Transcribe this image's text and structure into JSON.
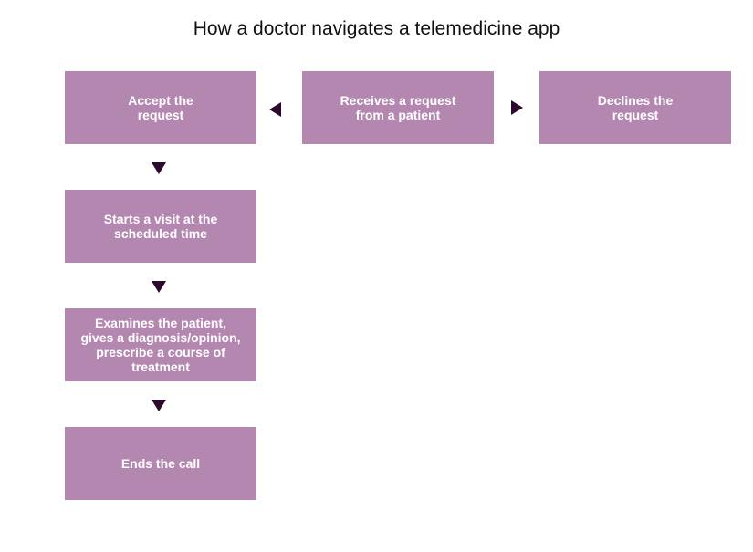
{
  "title": "How a doctor navigates a telemedicine app",
  "colors": {
    "box_fill": "#b487b0",
    "box_text": "#ffffff",
    "arrow": "#2b0a2e"
  },
  "nodes": {
    "receives": "Receives a request from a patient",
    "accept": "Accept the request",
    "declines": "Declines the request",
    "starts": "Starts a visit at the scheduled time",
    "examines": "Examines the patient, gives a diagnosis/opinion, prescribe a course of treatment",
    "ends": "Ends the call"
  },
  "edges": [
    {
      "from": "receives",
      "to": "accept"
    },
    {
      "from": "receives",
      "to": "declines"
    },
    {
      "from": "accept",
      "to": "starts"
    },
    {
      "from": "starts",
      "to": "examines"
    },
    {
      "from": "examines",
      "to": "ends"
    }
  ]
}
